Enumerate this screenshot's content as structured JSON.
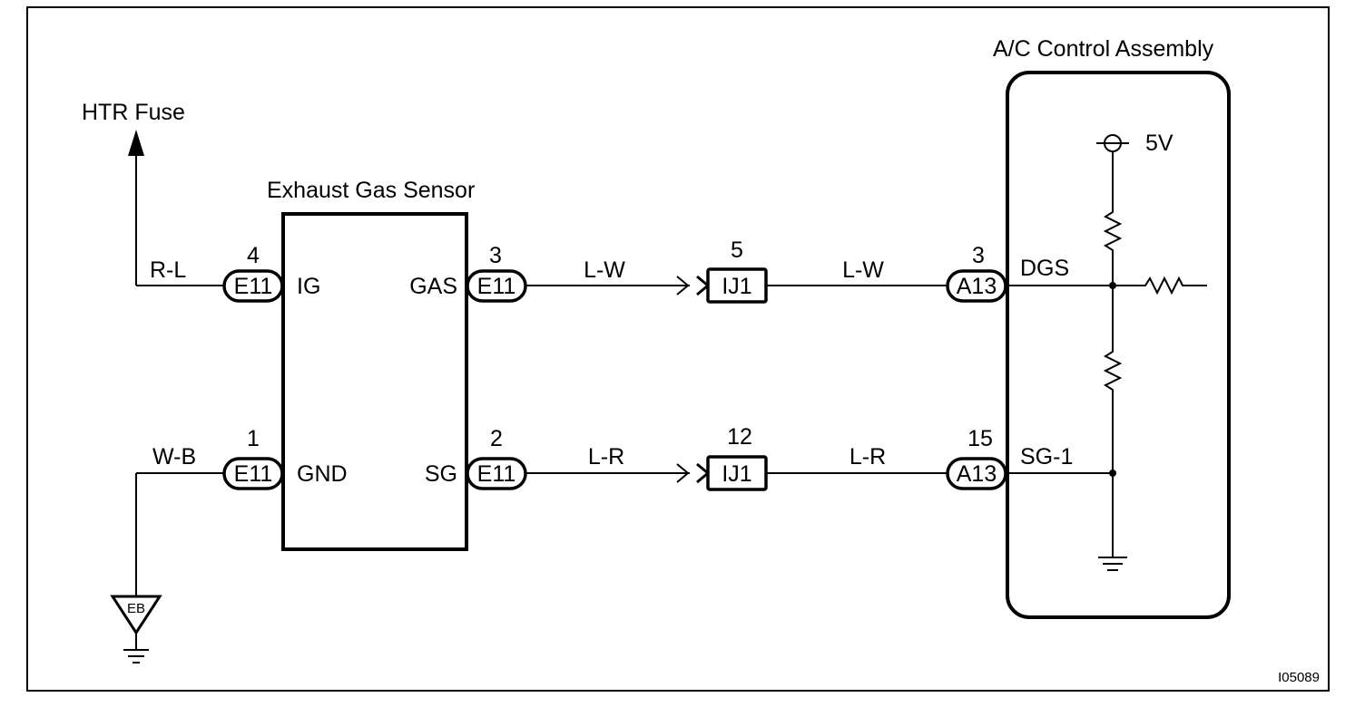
{
  "labels": {
    "htr_fuse": "HTR Fuse",
    "sensor_title": "Exhaust Gas Sensor",
    "ac_title": "A/C Control Assembly",
    "voltage": "5V",
    "ground_point": "EB",
    "figure_code": "I05089"
  },
  "sensor_terminals": {
    "ig": "IG",
    "gas": "GAS",
    "gnd": "GND",
    "sg": "SG"
  },
  "ac_terminals": {
    "dgs": "DGS",
    "sg1": "SG-1"
  },
  "wires": {
    "ig_color": "R-L",
    "gnd_color": "W-B",
    "gas_color_1": "L-W",
    "gas_color_2": "L-W",
    "sg_color_1": "L-R",
    "sg_color_2": "L-R"
  },
  "connectors": {
    "ig": {
      "code": "E11",
      "pin": "4"
    },
    "gnd": {
      "code": "E11",
      "pin": "1"
    },
    "gas": {
      "code": "E11",
      "pin": "3"
    },
    "sg": {
      "code": "E11",
      "pin": "2"
    },
    "gas_junction": {
      "code": "IJ1",
      "pin": "5"
    },
    "sg_junction": {
      "code": "IJ1",
      "pin": "12"
    },
    "dgs": {
      "code": "A13",
      "pin": "3"
    },
    "sg1": {
      "code": "A13",
      "pin": "15"
    }
  }
}
